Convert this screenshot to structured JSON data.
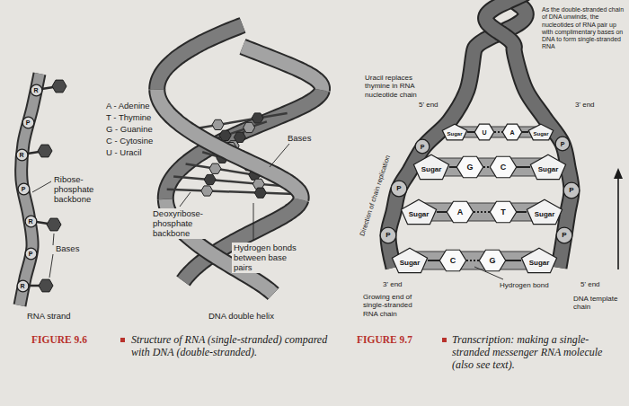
{
  "diagram": {
    "nodes": [
      {
        "text": [
          "R"
        ]
      },
      {
        "text": [
          "P"
        ]
      },
      {
        "text": [
          "R"
        ]
      },
      {
        "text": [
          "P"
        ]
      },
      {
        "text": [
          "R"
        ]
      },
      {
        "text": [
          "P"
        ]
      },
      {
        "text": [
          "R"
        ]
      },
      {
        "text": [
          "Sugar"
        ]
      },
      {
        "text": [
          "U"
        ]
      },
      {
        "text": [
          "A"
        ]
      },
      {
        "text": [
          "Sugar"
        ]
      },
      {
        "text": [
          "P"
        ]
      },
      {
        "text": [
          "P"
        ]
      },
      {
        "text": [
          "Sugar"
        ]
      },
      {
        "text": [
          "G"
        ]
      },
      {
        "text": [
          "C"
        ]
      },
      {
        "text": [
          "Sugar"
        ]
      },
      {
        "text": [
          "P"
        ]
      },
      {
        "text": [
          "P"
        ]
      },
      {
        "text": [
          "Sugar"
        ]
      },
      {
        "text": [
          "A"
        ]
      },
      {
        "text": [
          "T"
        ]
      },
      {
        "text": [
          "Sugar"
        ]
      },
      {
        "text": [
          "P"
        ]
      },
      {
        "text": [
          "P"
        ]
      },
      {
        "text": [
          "Sugar"
        ]
      },
      {
        "text": [
          "C"
        ]
      },
      {
        "text": [
          "G"
        ]
      },
      {
        "text": [
          "Sugar"
        ]
      }
    ],
    "edges": [
      {
        "from": 7,
        "to": 8,
        "arrow": "none"
      },
      {
        "from": 8,
        "to": 9,
        "arrow": "none"
      },
      {
        "from": 9,
        "to": 10,
        "arrow": "none"
      },
      {
        "from": 13,
        "to": 14,
        "arrow": "none"
      },
      {
        "from": 14,
        "to": 15,
        "arrow": "none"
      },
      {
        "from": 15,
        "to": 16,
        "arrow": "none"
      },
      {
        "from": 19,
        "to": 20,
        "arrow": "none"
      },
      {
        "from": 20,
        "to": 21,
        "arrow": "none"
      },
      {
        "from": 21,
        "to": 22,
        "arrow": "none"
      },
      {
        "from": 25,
        "to": 26,
        "arrow": "none"
      },
      {
        "from": 26,
        "to": 27,
        "arrow": "none"
      },
      {
        "from": 27,
        "to": 28,
        "arrow": "none"
      }
    ],
    "labels": [
      "A - Adenine",
      "T - Thymine",
      "G - Guanine",
      "C - Cytosine",
      "U - Uracil",
      "Ribose-phosphate backbone",
      "Bases",
      "Deoxyribose-phosphate backbone",
      "Bases",
      "Hydrogen bonds between base pairs",
      "RNA strand",
      "DNA double helix",
      "FIGURE 9.6",
      "Structure of RNA (single-stranded) compared with DNA (double-stranded).",
      "As the double-stranded chain of DNA unwinds, the nucleotides of RNA pair up with complimentary bases on DNA to form single-stranded RNA",
      "Uracil replaces thymine in RNA nucleotide chain",
      "5' end",
      "3' end",
      "Direction of chain replication",
      "3' end",
      "Hydrogen bond",
      "5' end",
      "Growing end of single-stranded RNA chain",
      "DNA template chain",
      "FIGURE 9.7",
      "Transcription: making a single-stranded messenger RNA molecule (also see text)."
    ]
  }
}
